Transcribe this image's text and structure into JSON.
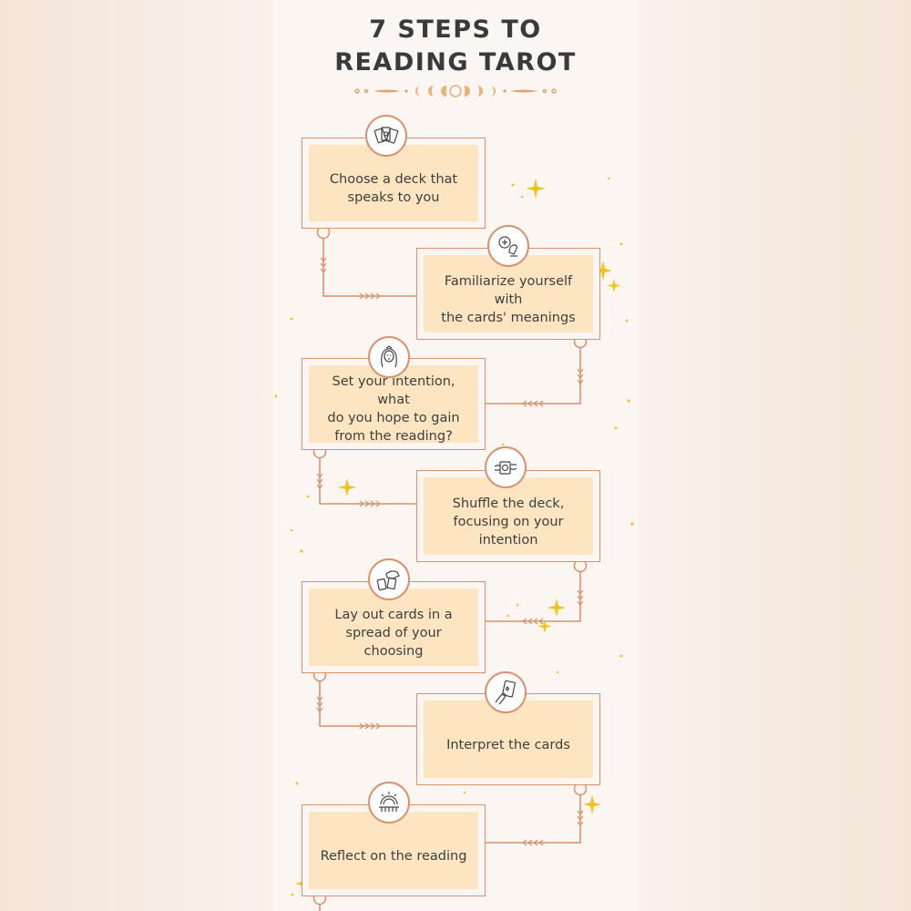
{
  "title_lines": [
    "7 STEPS TO",
    "READING TAROT"
  ],
  "colors": {
    "accent": "#d9906c",
    "box_fill": "#fde5c2",
    "sparkle": "#f2c21d",
    "title": "#3a3a3a",
    "background": "#fbf6f1"
  },
  "steps": [
    {
      "text": "Choose a deck that\nspeaks to you",
      "icon": "cards-fan-icon"
    },
    {
      "text": "Familiarize yourself with\nthe cards' meanings",
      "icon": "palm-reading-icon"
    },
    {
      "text": "Set your intention, what\ndo you hope to gain\nfrom the reading?",
      "icon": "woman-face-icon"
    },
    {
      "text": "Shuffle the deck,\nfocusing on your\nintention",
      "icon": "shuffle-hands-icon"
    },
    {
      "text": "Lay out cards in a\nspread of your choosing",
      "icon": "hand-laying-cards-icon"
    },
    {
      "text": "Interpret the cards",
      "icon": "hand-holding-card-icon"
    },
    {
      "text": "Reflect on the reading",
      "icon": "crystal-ball-icon"
    }
  ]
}
